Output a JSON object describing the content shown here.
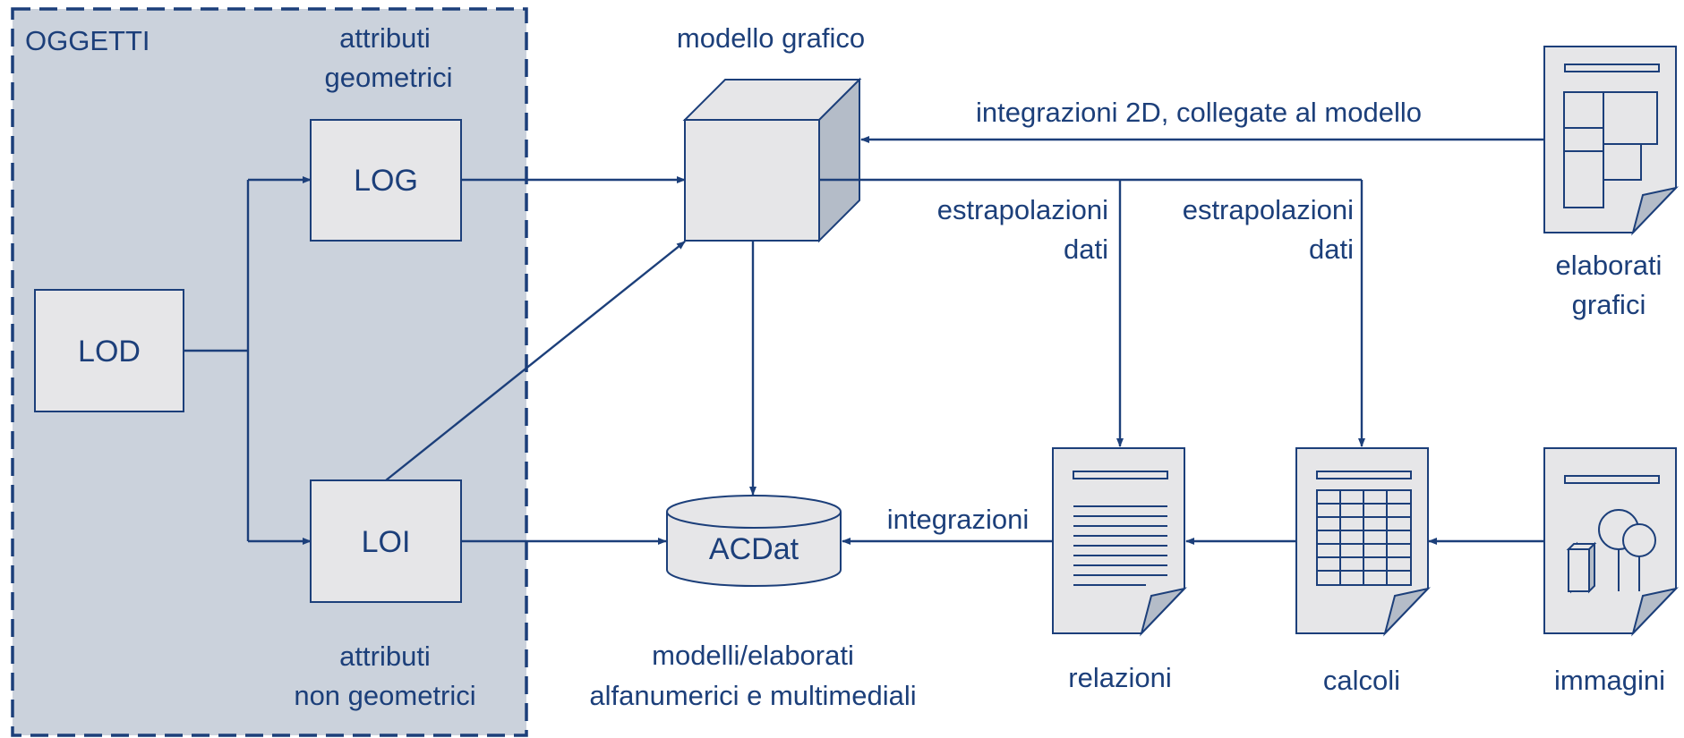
{
  "colors": {
    "ink": "#1c3f7a",
    "region_fill": "#cbd2dc",
    "box_fill": "#e6e6e8",
    "cube_side": "#b4bcc8",
    "background": "#ffffff"
  },
  "region": {
    "title": "OGGETTI",
    "top_label": [
      "attributi",
      "geometrici"
    ],
    "bottom_label": [
      "attributi",
      "non geometrici"
    ]
  },
  "nodes": {
    "lod": "LOD",
    "log": "LOG",
    "loi": "LOI",
    "model": "modello grafico",
    "acdat": "ACDat",
    "acdat_caption": [
      "modelli/elaborati",
      "alfanumerici e multimediali"
    ],
    "relazioni": "relazioni",
    "calcoli": "calcoli",
    "immagini": "immagini",
    "elaborati": [
      "elaborati",
      "grafici"
    ]
  },
  "edge_labels": {
    "integrazioni_2d": "integrazioni 2D, collegate al modello",
    "estrapolazioni_1": [
      "estrapolazioni",
      "dati"
    ],
    "estrapolazioni_2": [
      "estrapolazioni",
      "dati"
    ],
    "integrazioni": "integrazioni"
  },
  "icons": {
    "model": "cube-icon",
    "acdat": "database-cylinder-icon",
    "relazioni": "text-document-icon",
    "calcoli": "spreadsheet-document-icon",
    "immagini": "image-document-icon",
    "elaborati": "drawing-document-icon"
  }
}
